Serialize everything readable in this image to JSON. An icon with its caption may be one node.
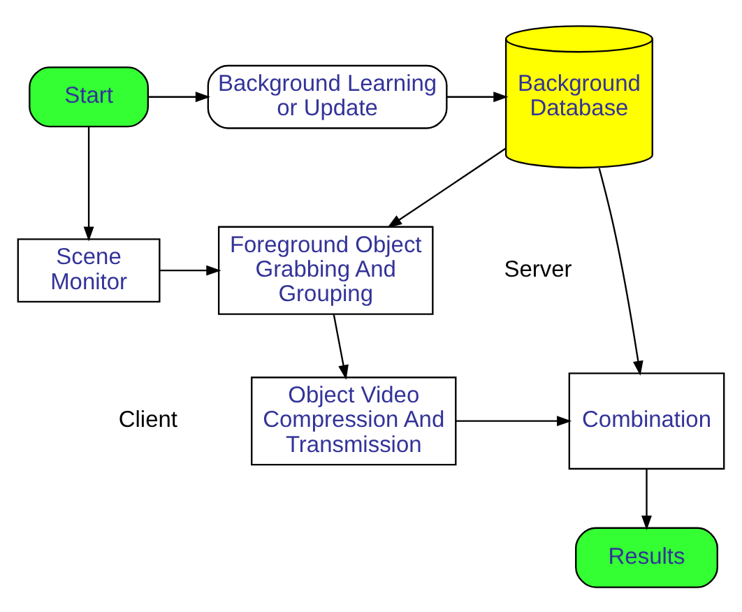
{
  "diagram": {
    "nodes": [
      {
        "text": [
          "Start"
        ]
      },
      {
        "text": [
          "Background Learning or Update"
        ]
      },
      {
        "text": [
          "Background Database"
        ]
      },
      {
        "text": [
          "Scene Monitor"
        ]
      },
      {
        "text": [
          "Foreground Object Grabbing And Grouping"
        ]
      },
      {
        "text": [
          "Object Video Compression And Transmission"
        ]
      },
      {
        "text": [
          "Combination"
        ]
      },
      {
        "text": [
          "Results"
        ]
      }
    ],
    "edges": [
      {
        "from": 0,
        "to": 1,
        "arrow": "to"
      },
      {
        "from": 1,
        "to": 2,
        "arrow": "to"
      },
      {
        "from": 0,
        "to": 3,
        "arrow": "to"
      },
      {
        "from": 3,
        "to": 4,
        "arrow": "to"
      },
      {
        "from": 2,
        "to": 4,
        "arrow": "to"
      },
      {
        "from": 4,
        "to": 5,
        "arrow": "to"
      },
      {
        "from": 2,
        "to": 6,
        "arrow": "to"
      },
      {
        "from": 5,
        "to": 6,
        "arrow": "to"
      },
      {
        "from": 6,
        "to": 7,
        "arrow": "to"
      }
    ],
    "labels": [
      "Server",
      "Client"
    ]
  }
}
